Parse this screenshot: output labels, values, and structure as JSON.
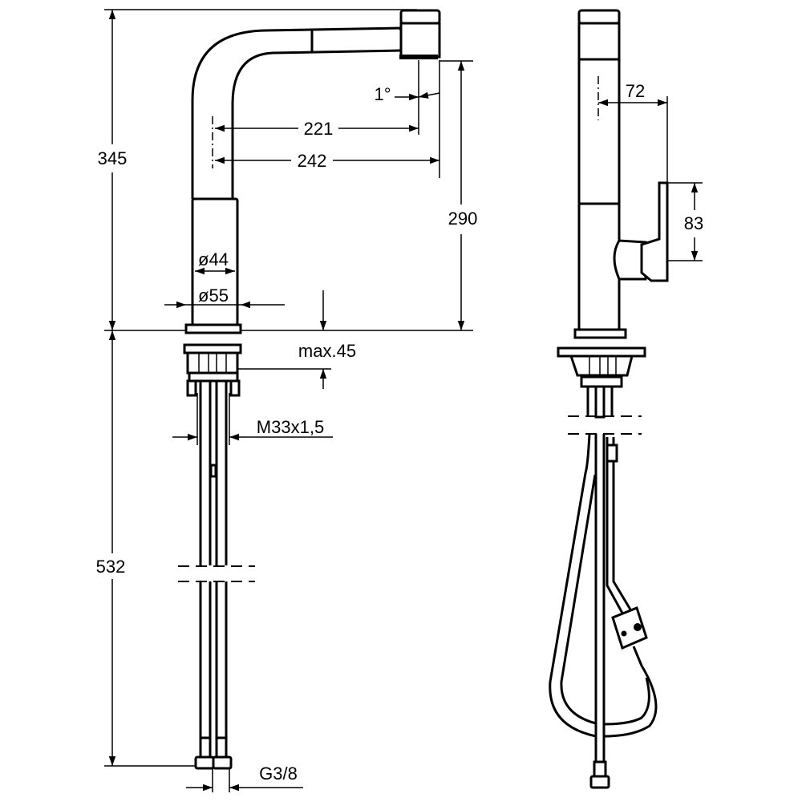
{
  "dimensions": {
    "total_height": "345",
    "below_deck": "532",
    "spout_outlet_height": "290",
    "reach_inner": "221",
    "reach_outer": "242",
    "angle": "1°",
    "body_diameter": "ø44",
    "base_diameter": "ø55",
    "max_deck_thickness": "max.45",
    "thread": "M33x1,5",
    "connection": "G3/8",
    "lever_offset": "72",
    "lever_height": "83"
  }
}
